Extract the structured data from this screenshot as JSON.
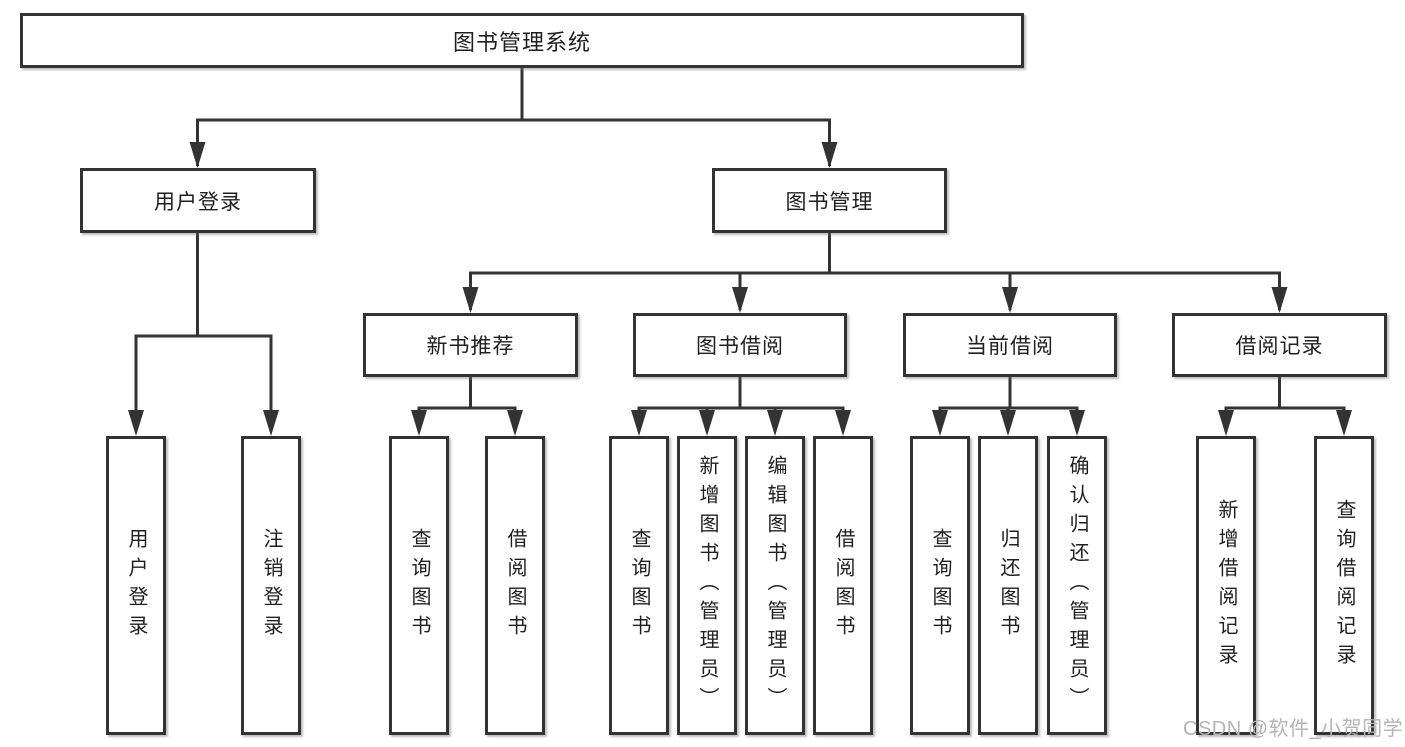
{
  "tree": {
    "label": "图书管理系统",
    "children": [
      {
        "label": "用户登录",
        "children": [
          {
            "label": "用户登录"
          },
          {
            "label": "注销登录"
          }
        ]
      },
      {
        "label": "图书管理",
        "children": [
          {
            "label": "新书推荐",
            "children": [
              {
                "label": "查询图书"
              },
              {
                "label": "借阅图书"
              }
            ]
          },
          {
            "label": "图书借阅",
            "children": [
              {
                "label": "查询图书"
              },
              {
                "label": "新增图书（管理员）"
              },
              {
                "label": "编辑图书（管理员）"
              },
              {
                "label": "借阅图书"
              }
            ]
          },
          {
            "label": "当前借阅",
            "children": [
              {
                "label": "查询图书"
              },
              {
                "label": "归还图书"
              },
              {
                "label": "确认归还（管理员）"
              }
            ]
          },
          {
            "label": "借阅记录",
            "children": [
              {
                "label": "新增借阅记录"
              },
              {
                "label": "查询借阅记录"
              }
            ]
          }
        ]
      }
    ]
  },
  "watermark": {
    "text": "CSDN @软件_小贺同学"
  },
  "colors": {
    "line": "#333333",
    "text": "#1f1f1f",
    "watermark": "#b5b5b5",
    "background": "#ffffff"
  }
}
